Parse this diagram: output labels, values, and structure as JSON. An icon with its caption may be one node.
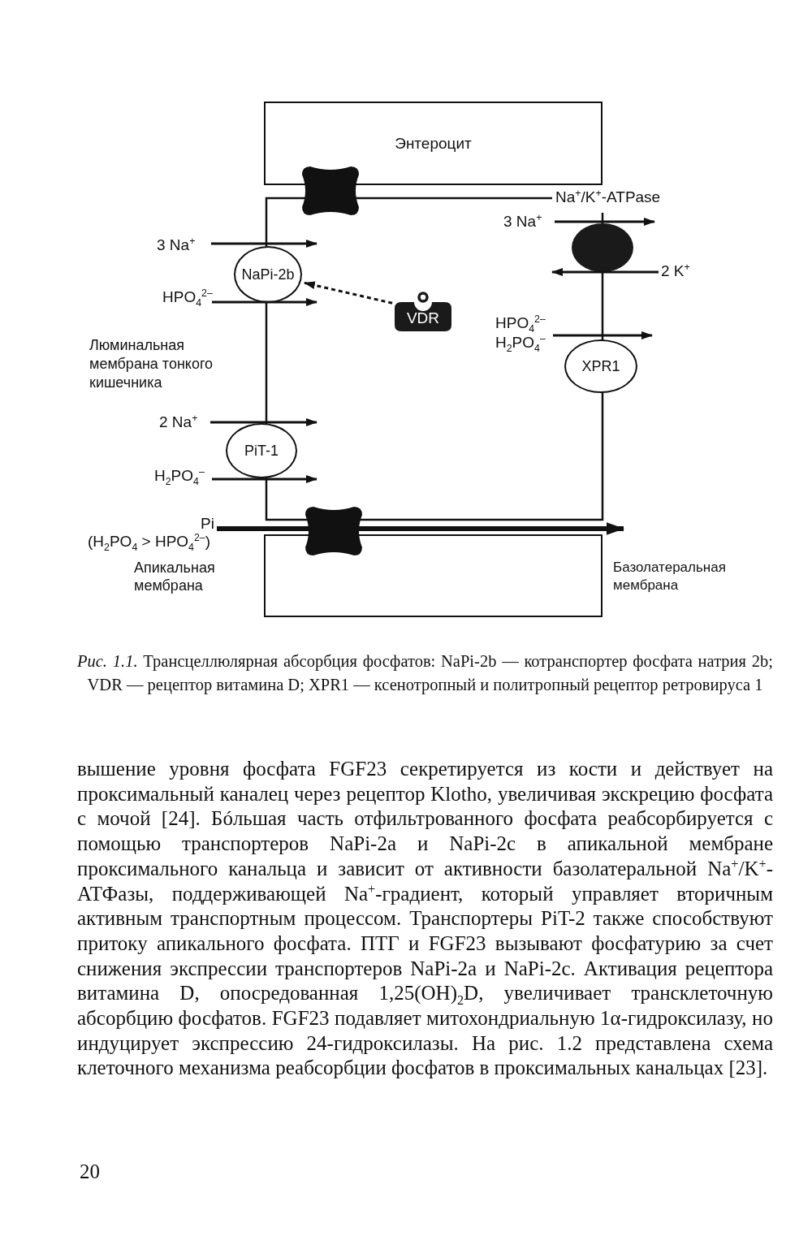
{
  "diagram": {
    "caption": "*Рис. 1.1.* Трансцеллюлярная абсорбция фосфатов: NaPi-2b — котранспортер фосфата натрия 2b; VDR — рецептор витамина D; XPR1 — ксенотропный и политропный рецептор ретровируса 1",
    "nodes": [
      {
        "text": [
          "Энтероцит"
        ]
      },
      {
        "text": [
          "3 Na$^{+}$"
        ]
      },
      {
        "text": [
          "NaPi-2b"
        ]
      },
      {
        "text": [
          "HPO$_{4}$$^{2–}$"
        ]
      },
      {
        "text": [
          "VDR"
        ]
      },
      {
        "text": [],
        "shape": "circle"
      },
      {
        "text": [
          "3 Na$^{+}$"
        ]
      },
      {
        "text": [
          "2 K$^{+}$"
        ]
      },
      {
        "text": [
          "HPO$_{4}$$^{2–}$ H$_{2}$PO$_{4}$$^{–}$"
        ]
      },
      {
        "text": [
          "XPR1"
        ]
      },
      {
        "text": [
          "2 Na$^{+}$"
        ]
      },
      {
        "text": [
          "PiT-1"
        ]
      },
      {
        "text": [
          "H$_{2}$PO$_{4}$$^{–}$"
        ]
      },
      {
        "text": [
          "Pi",
          "(H$_{2}$PO$_{4}$ > HPO$_{4}$$^{2–}$)"
        ]
      },
      {
        "text": [],
        "shape": "box"
      }
    ],
    "edges": [
      {
        "from": 1,
        "to": 2,
        "arrow": "to"
      },
      {
        "from": 3,
        "to": 2,
        "arrow": "to"
      },
      {
        "from": 4,
        "to": 2,
        "arrow": "to",
        "style": "dashed"
      },
      {
        "from": 6,
        "to": 5,
        "arrow": "to"
      },
      {
        "from": 7,
        "to": 5,
        "arrow": "to"
      },
      {
        "from": 8,
        "to": 9,
        "arrow": "to"
      },
      {
        "from": 10,
        "to": 11,
        "arrow": "to"
      },
      {
        "from": 12,
        "to": 11,
        "arrow": "to"
      },
      {
        "from": 13,
        "to": 14,
        "arrow": "to",
        "style": "thick"
      }
    ],
    "labels": [
      "Na$^{+}$/K$^{+}$-ATPase",
      "Люминальная мембрана тонкого кишечника",
      "Апикальная мембрана",
      "Базолатеральная мембрана",
      "вышение уровня фосфата FGF23 секретируется из кости и действует на проксимальный каналец через рецептор Klotho, увеличивая экскрецию фосфата с мочой [24]. Бóльшая часть отфильтрованного фосфата реабсорбируется с помощью транспортеров NaPi-2a и NaPi-2c в апикальной мембране проксимального канальца и зависит от активности базолатеральной Na$^{+}$/K$^{+}$-АТФазы, поддерживающей Na$^{+}$-градиент, который управляет вторичным активным транспортным процессом. Транспортеры PiT-2 также способствуют притоку апикального фосфата. ПТГ и FGF23 вызывают фосфатурию за счет снижения экспрессии транспортеров NaPi-2a и NaPi-2c. Активация рецептора витамина D, опосредованная 1,25(OH)$_{2}$D, увеличивает трансклеточную абсорбцию фосфатов. FGF23 подавляет митохондриальную 1α-гидроксилазу, но индуцирует экспрессию 24-гидроксилазы. На рис. 1.2 представлена схема клеточного механизма реабсорбции фосфатов в проксимальных канальцах [23].",
      "20"
    ]
  }
}
